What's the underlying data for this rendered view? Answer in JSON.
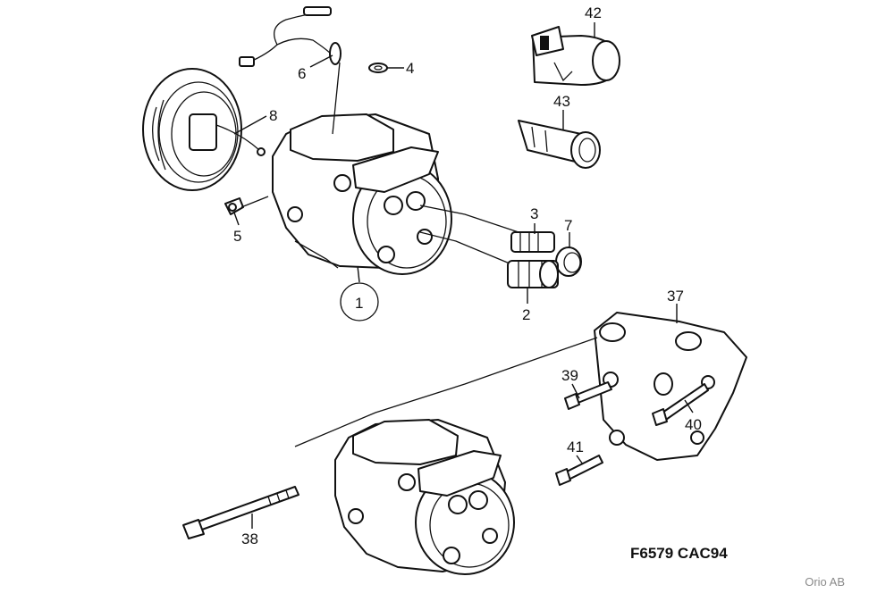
{
  "diagram": {
    "code": "F6579 CAC94",
    "watermark": "Orio AB",
    "callouts": {
      "c1": "1",
      "c2": "2",
      "c3": "3",
      "c4": "4",
      "c5": "5",
      "c6": "6",
      "c7": "7",
      "c8": "8",
      "c37": "37",
      "c38": "38",
      "c39": "39",
      "c40": "40",
      "c41": "41",
      "c42": "42",
      "c43": "43"
    }
  }
}
